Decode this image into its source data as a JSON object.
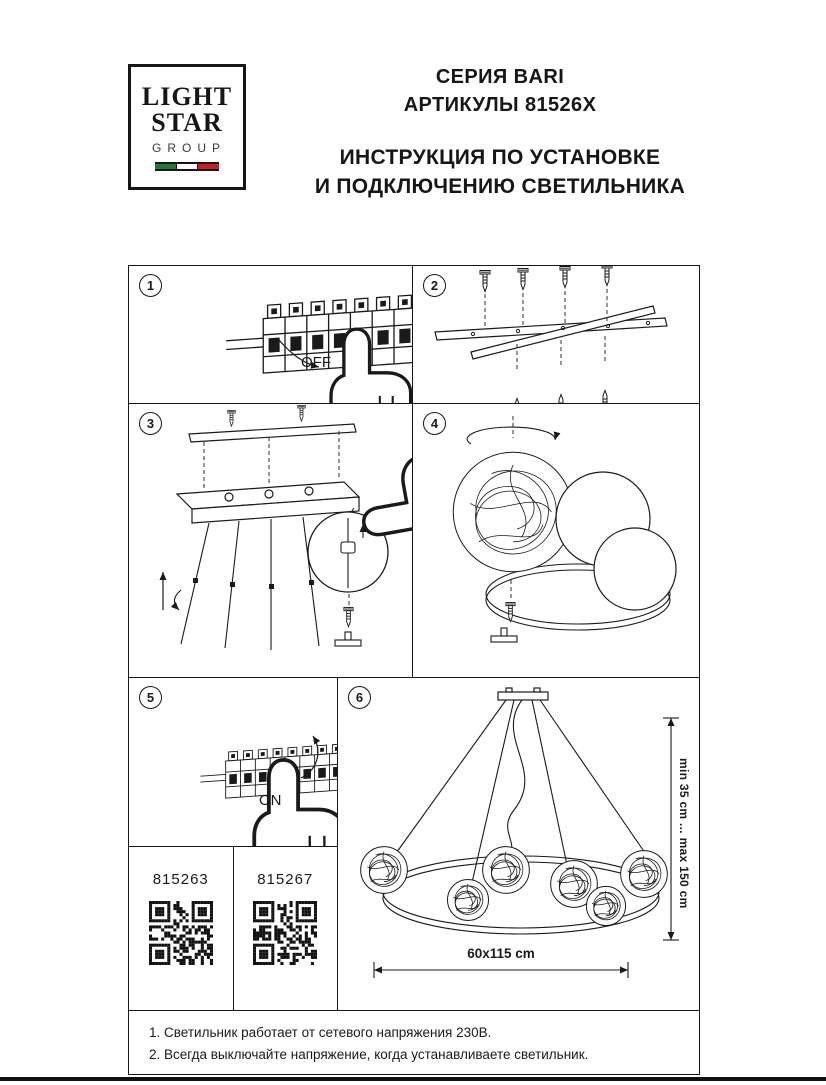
{
  "logo": {
    "line1": "LIGHT",
    "line2": "STAR",
    "line3": "GROUP"
  },
  "header": {
    "series": "СЕРИЯ BARI",
    "articles": "АРТИКУЛЫ 81526X",
    "title_line1": "ИНСТРУКЦИЯ ПО УСТАНОВКЕ",
    "title_line2": "И ПОДКЛЮЧЕНИЮ СВЕТИЛЬНИКА"
  },
  "panels": {
    "p1": {
      "number": "1",
      "label": "OFF"
    },
    "p2": {
      "number": "2"
    },
    "p3": {
      "number": "3"
    },
    "p4": {
      "number": "4"
    },
    "p5": {
      "number": "5",
      "label": "ON"
    },
    "p6": {
      "number": "6",
      "dim_vertical": "min 35 cm ... max 150 cm",
      "dim_horizontal": "60x115 cm"
    }
  },
  "qr": {
    "left_label": "815263",
    "right_label": "815267"
  },
  "footnotes": [
    "1. Светильник работает от сетевого напряжения 230В.",
    "2. Всегда выключайте напряжение, когда устанавливаете светильник."
  ],
  "colors": {
    "ink": "#1a1a1a",
    "flag_green": "#1e7a34",
    "flag_white": "#ffffff",
    "flag_red": "#c81f2e"
  }
}
